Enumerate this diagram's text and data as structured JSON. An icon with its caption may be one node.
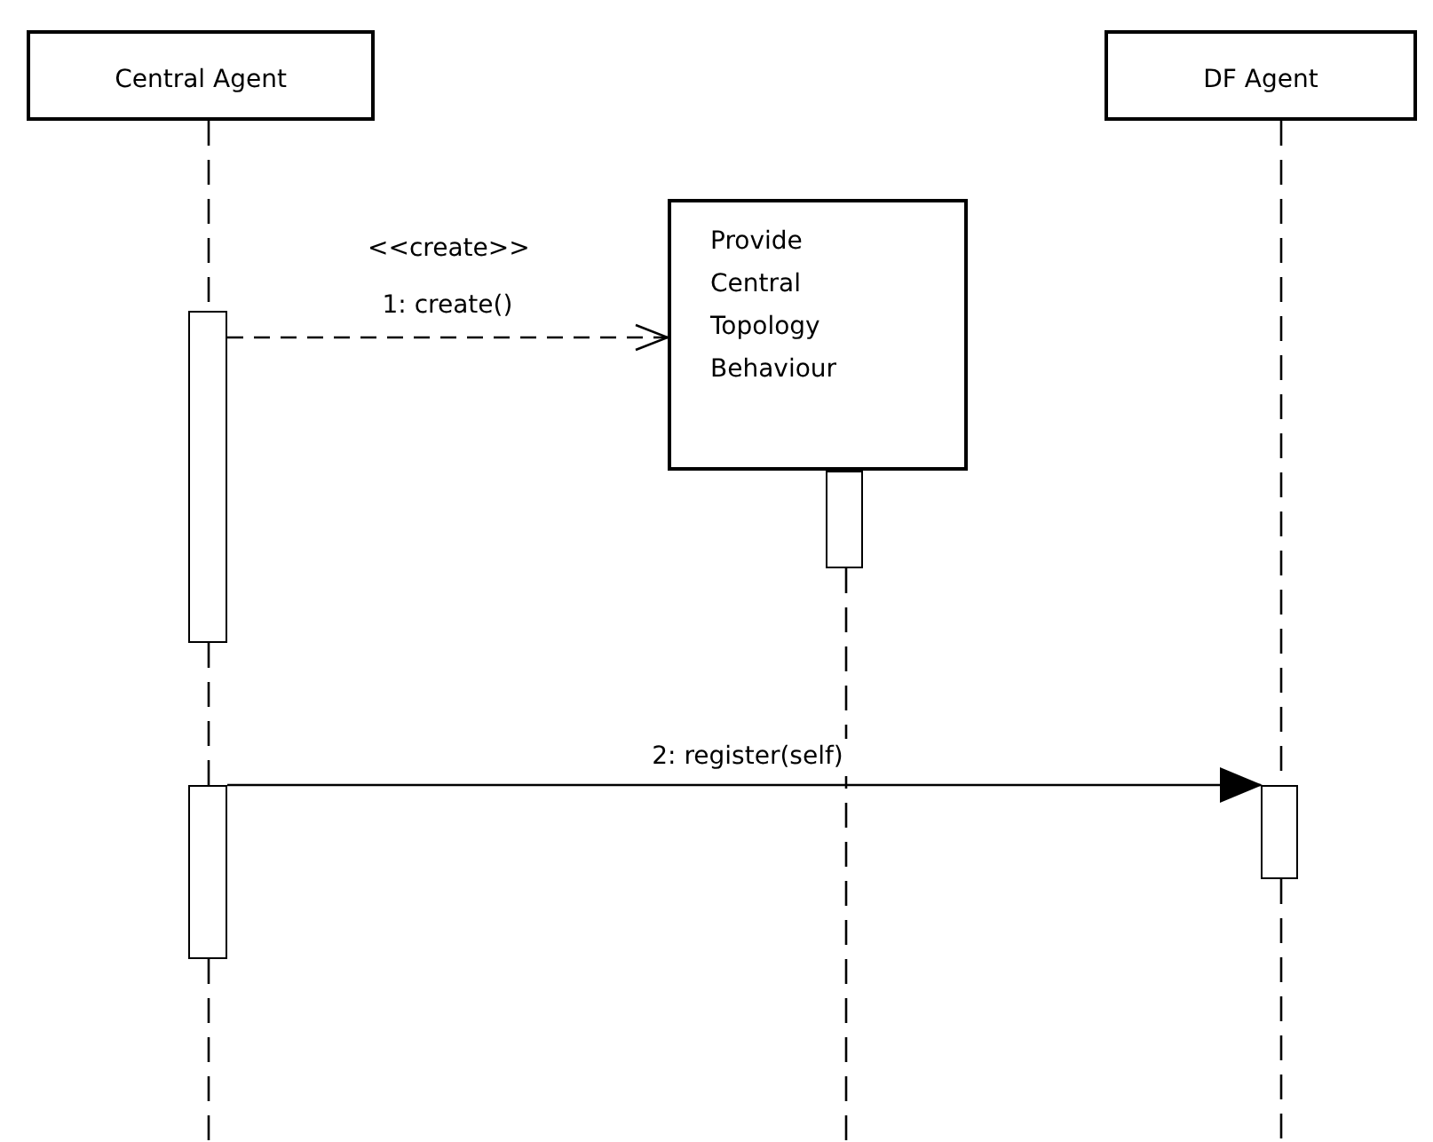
{
  "diagram": {
    "nodes": [
      {
        "text": [
          "Central Agent"
        ]
      },
      {
        "text": [
          "DF Agent"
        ]
      },
      {
        "text": [
          "Provide Central Topology Behaviour"
        ]
      },
      {
        "text": [],
        "shape": "bar"
      },
      {
        "text": [],
        "shape": "bar"
      },
      {
        "text": [],
        "shape": "bar"
      },
      {
        "text": [],
        "shape": "bar"
      }
    ],
    "edges": [
      {
        "from": 3,
        "to": 2,
        "arrow": "to",
        "style": "dashed",
        "label": "<<create>> 1: create()"
      },
      {
        "from": 5,
        "to": 6,
        "arrow": "to",
        "label": "2: register(self)"
      },
      {
        "from": 0,
        "to": 3,
        "arrow": "none",
        "style": "dashed"
      },
      {
        "from": 3,
        "to": 5,
        "arrow": "none",
        "style": "dashed"
      },
      {
        "from": 5,
        "to": null,
        "arrow": "none",
        "style": "dashed"
      },
      {
        "from": 4,
        "to": null,
        "arrow": "none",
        "style": "dashed"
      },
      {
        "from": 1,
        "to": 6,
        "arrow": "none",
        "style": "dashed"
      },
      {
        "from": 6,
        "to": null,
        "arrow": "none",
        "style": "dashed"
      }
    ]
  }
}
